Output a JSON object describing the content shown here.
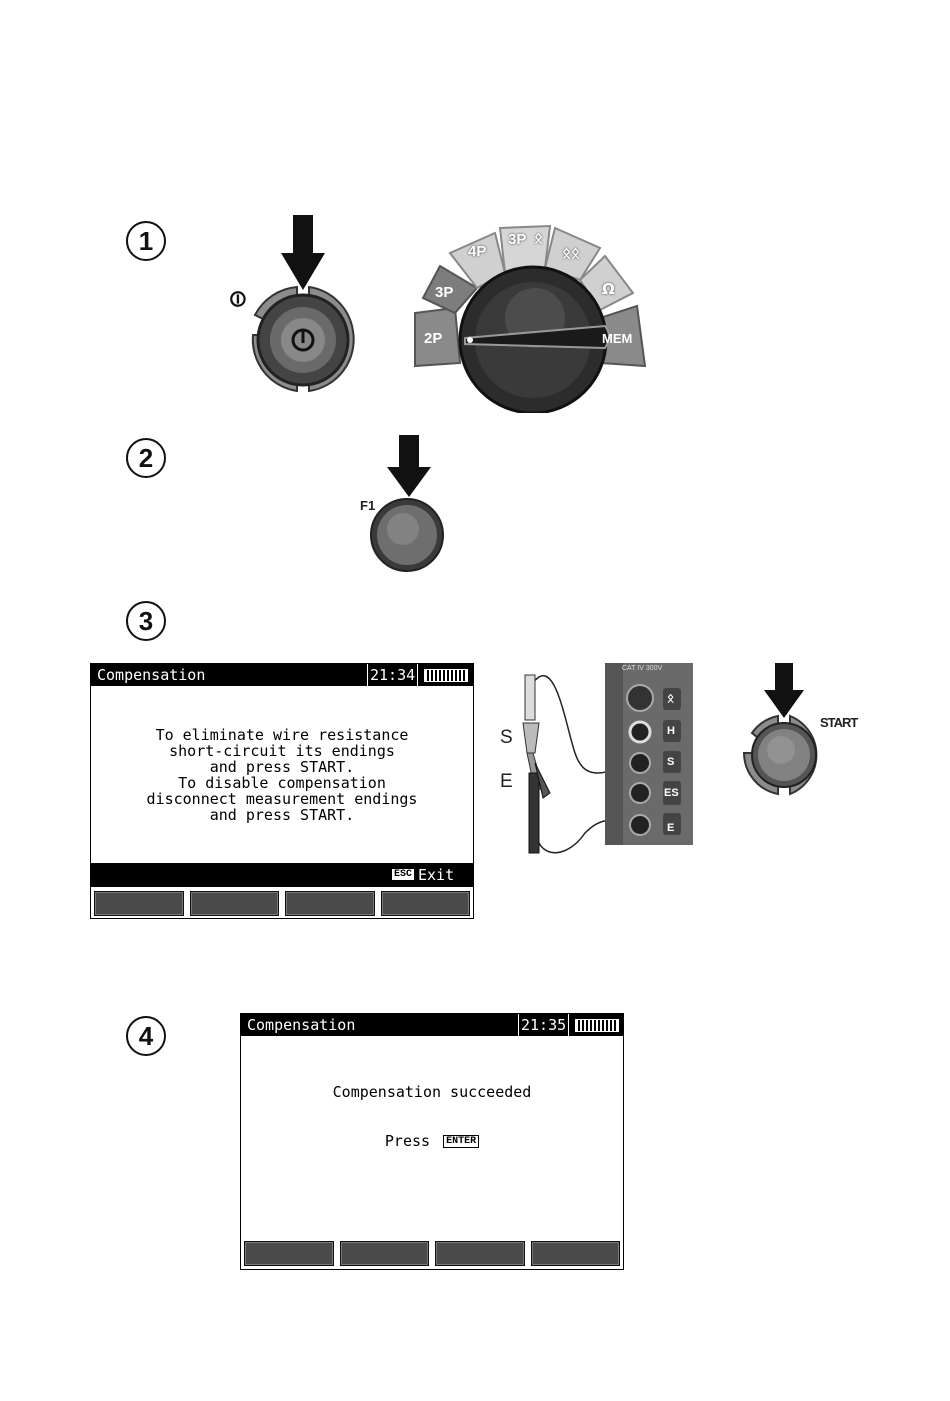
{
  "steps": [
    "1",
    "2",
    "3",
    "4"
  ],
  "power_symbol": "⏼",
  "dial": {
    "segments": [
      "2P",
      "3P",
      "4P",
      "3P",
      "MEM"
    ],
    "icon_segments": [
      "clamp-icon",
      "double-clamp-icon",
      "ohm-icon"
    ]
  },
  "f1_label": "F1",
  "start_label": "START",
  "terminal": {
    "rating": "CAT IV 300V",
    "labels": [
      "H",
      "S",
      "ES",
      "E"
    ],
    "lead_labels": [
      "S",
      "E"
    ]
  },
  "screen1": {
    "title": "Compensation",
    "time": "21:34",
    "lines": [
      "To eliminate wire resistance",
      "short-circuit its endings",
      "and press START.",
      "To disable compensation",
      "disconnect measurement endings",
      "and press START."
    ],
    "esc_key": "ESC",
    "exit_label": "Exit"
  },
  "screen2": {
    "title": "Compensation",
    "time": "21:35",
    "message": "Compensation succeeded",
    "press_label": "Press",
    "enter_key": "ENTER"
  },
  "colors": {
    "screen_bar": "#000000",
    "softkey": "#4a4a4a",
    "knob": "#555555"
  }
}
